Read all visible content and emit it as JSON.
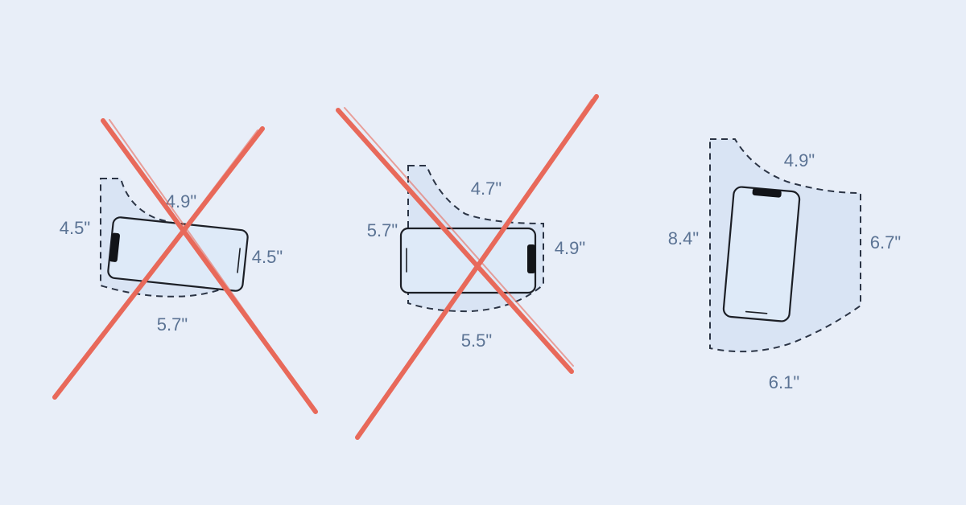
{
  "colors": {
    "background": "#e8eef8",
    "zone_fill": "#d9e4f4",
    "dimension_text": "#5b7394",
    "cross": "#e8695a",
    "phone_outline": "#1c1f26"
  },
  "diagrams": [
    {
      "status": "rejected",
      "marker": "red-cross",
      "dimensions": {
        "top": "4.9\"",
        "left": "4.5\"",
        "right": "4.5\"",
        "bottom": "5.7\""
      }
    },
    {
      "status": "rejected",
      "marker": "red-cross",
      "dimensions": {
        "top": "4.7\"",
        "left": "5.7\"",
        "right": "4.9\"",
        "bottom": "5.5\""
      }
    },
    {
      "status": "accepted",
      "marker": "none",
      "dimensions": {
        "top": "4.9\"",
        "left": "8.4\"",
        "right": "6.7\"",
        "bottom": "6.1\""
      }
    }
  ]
}
